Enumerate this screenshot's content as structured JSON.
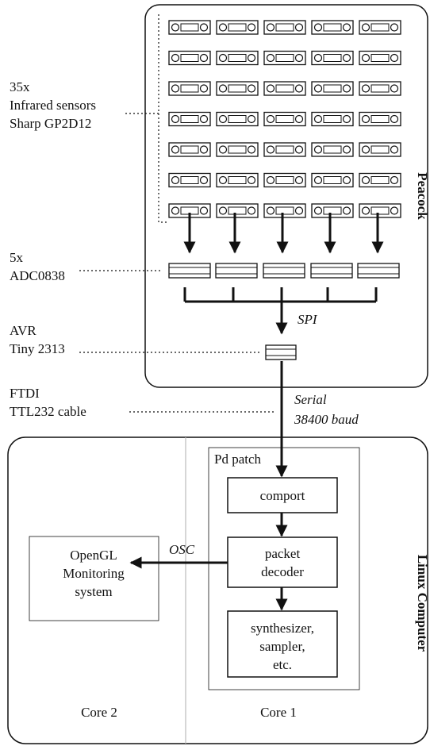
{
  "peacock": {
    "title": "Peacock",
    "sensor_grid": {
      "rows": 7,
      "cols": 5
    }
  },
  "labels": {
    "sensors": [
      "35x",
      "Infrared sensors",
      "Sharp GP2D12"
    ],
    "adc": [
      "5x",
      "ADC0838"
    ],
    "avr": [
      "AVR",
      "Tiny 2313"
    ],
    "ftdi": [
      "FTDI",
      "TTL232 cable"
    ]
  },
  "connections": {
    "spi": "SPI",
    "serial": [
      "Serial",
      "38400 baud"
    ],
    "osc": "OSC"
  },
  "computer": {
    "title": "Linux Computer",
    "pd_patch": "Pd patch",
    "comport": "comport",
    "packet_decoder": [
      "packet",
      "decoder"
    ],
    "synth": [
      "synthesizer,",
      "sampler,",
      "etc."
    ],
    "opengl": [
      "OpenGL",
      "Monitoring",
      "system"
    ],
    "core1": "Core 1",
    "core2": "Core 2"
  },
  "colors": {
    "ink": "#111111",
    "background": "#ffffff",
    "divider": "#bbbbbb"
  }
}
